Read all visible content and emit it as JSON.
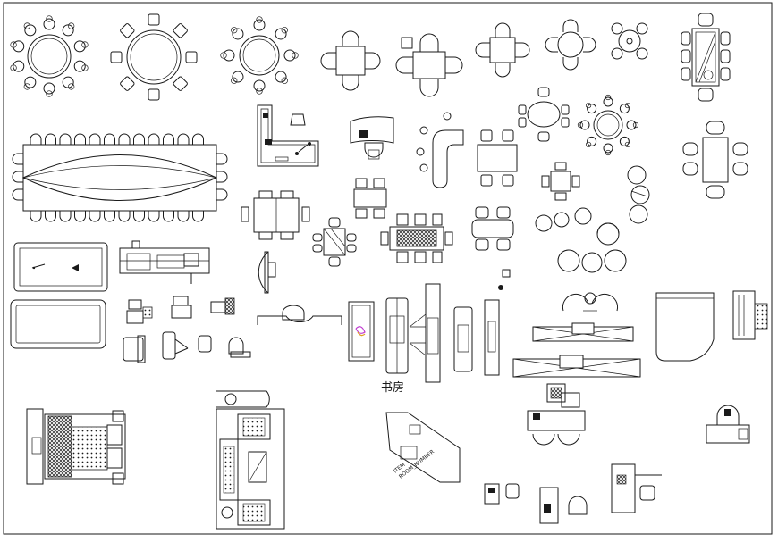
{
  "drawing": {
    "room_label": "书房",
    "furniture_tag_1": "ITEM",
    "furniture_tag_2": "ROOM_NUMBER"
  }
}
